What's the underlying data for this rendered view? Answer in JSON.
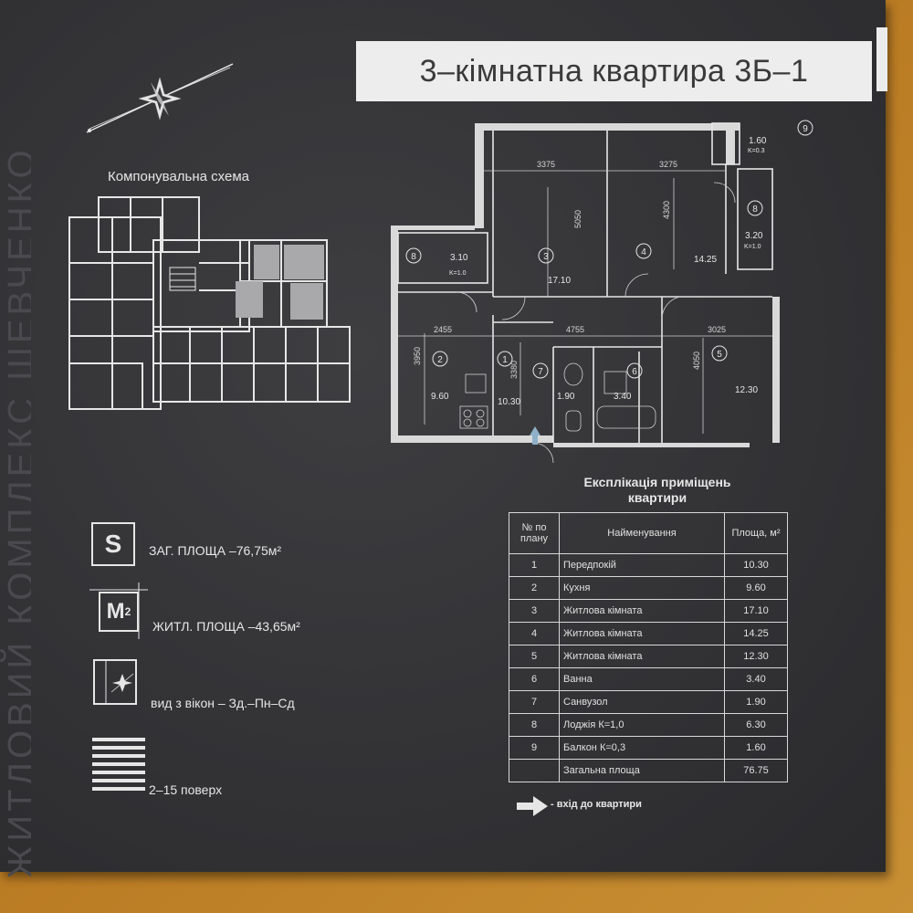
{
  "header": {
    "title": "3–кімнатна квартира 3Б–1"
  },
  "watermark": "ЖИТЛОВИЙ КОМПЛЕКС ШЕВЧЕНКО",
  "schema": {
    "title": "Компонувальна схема"
  },
  "legend": {
    "s_icon": "S",
    "total_area": "ЗАГ. ПЛОЩА –76,75м²",
    "m_icon": "М",
    "m_sup": "2",
    "living_area": "ЖИТЛ. ПЛОЩА –43,65м²",
    "window_view": "вид з вікон – Зд.–Пн–Сд",
    "floors": "2–15 поверх"
  },
  "plan": {
    "dimensions": [
      "3375",
      "3275",
      "5050",
      "4300",
      "2455",
      "4755",
      "3025",
      "3950",
      "3380",
      "4050"
    ],
    "rooms": [
      {
        "no": "1",
        "area": "10.30"
      },
      {
        "no": "2",
        "area": "9.60"
      },
      {
        "no": "3",
        "area": "17.10"
      },
      {
        "no": "4",
        "area": "14.25"
      },
      {
        "no": "5",
        "area": "12.30"
      },
      {
        "no": "6",
        "area": "3.40"
      },
      {
        "no": "7",
        "area": "1.90"
      },
      {
        "no": "8",
        "area": "3.10",
        "k": "K=1.0"
      },
      {
        "no": "8",
        "area": "3.20",
        "k": "K=1.0"
      },
      {
        "no": "9",
        "area": "1.60",
        "k": "K=0.3"
      }
    ]
  },
  "explication": {
    "title_line1": "Експлікація приміщень",
    "title_line2": "квартири",
    "headers": {
      "no": "№ по плану",
      "name": "Найменування",
      "area": "Площа, м²"
    },
    "rows": [
      {
        "no": "1",
        "name": "Передпокій",
        "area": "10.30"
      },
      {
        "no": "2",
        "name": "Кухня",
        "area": "9.60"
      },
      {
        "no": "3",
        "name": "Житлова кімната",
        "area": "17.10"
      },
      {
        "no": "4",
        "name": "Житлова кімната",
        "area": "14.25"
      },
      {
        "no": "5",
        "name": "Житлова кімната",
        "area": "12.30"
      },
      {
        "no": "6",
        "name": "Ванна",
        "area": "3.40"
      },
      {
        "no": "7",
        "name": "Санвузол",
        "area": "1.90"
      },
      {
        "no": "8",
        "name": "Лоджія  К=1,0",
        "area": "6.30"
      },
      {
        "no": "9",
        "name": "Балкон  К=0,3",
        "area": "1.60"
      },
      {
        "no": "",
        "name": "Загальна площа",
        "area": "76.75"
      }
    ]
  },
  "entrance_note": "- вхід до квартири"
}
